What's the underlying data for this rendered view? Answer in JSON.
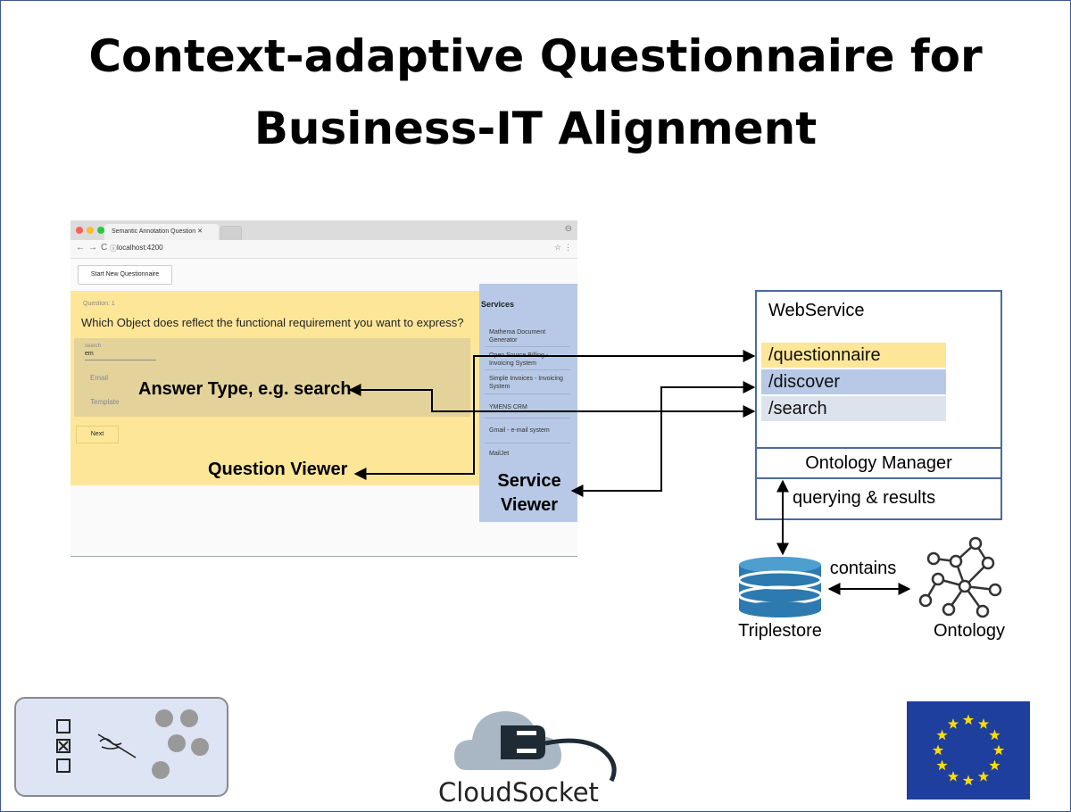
{
  "title_line1": "Context-adaptive Questionnaire for",
  "title_line2": "Business-IT Alignment",
  "browser": {
    "tab_title": "Semantic Annotation Question",
    "url": "localhost:4200",
    "start_button": "Start New Questionnaire",
    "question_number": "Question: 1",
    "question_text": "Which Object does reflect the functional requirement you want to express?",
    "search_label": "search",
    "search_value": "em",
    "options": [
      "Email",
      "Template"
    ],
    "next_button": "Next",
    "services_heading": "Services",
    "services": [
      "Mathema Document Generator",
      "Open Source Billing - Invoicing System",
      "Simple Invoices - Invoicing System",
      "YMENS CRM",
      "Gmail - e-mail system",
      "MailJet"
    ]
  },
  "callouts": {
    "answer_type": "Answer Type, e.g. search",
    "question_viewer": "Question Viewer",
    "service_viewer": "Service Viewer"
  },
  "webservice": {
    "title": "WebService",
    "endpoints": [
      "/questionnaire",
      "/discover",
      "/search"
    ],
    "ontology_manager": "Ontology Manager",
    "querying": "querying & results"
  },
  "storage": {
    "triplestore": "Triplestore",
    "contains": "contains",
    "ontology": "Ontology"
  },
  "logos": {
    "cloudsocket": "CloudSocket"
  },
  "colors": {
    "question_yellow": "#fde698",
    "service_blue": "#b7c9e6",
    "search_gray": "#dde3ec",
    "border_blue": "#4a6aa0",
    "eu_blue": "#1f3f9e",
    "eu_star": "#ffdd00",
    "triplestore_blue": "#2d7ab0"
  }
}
